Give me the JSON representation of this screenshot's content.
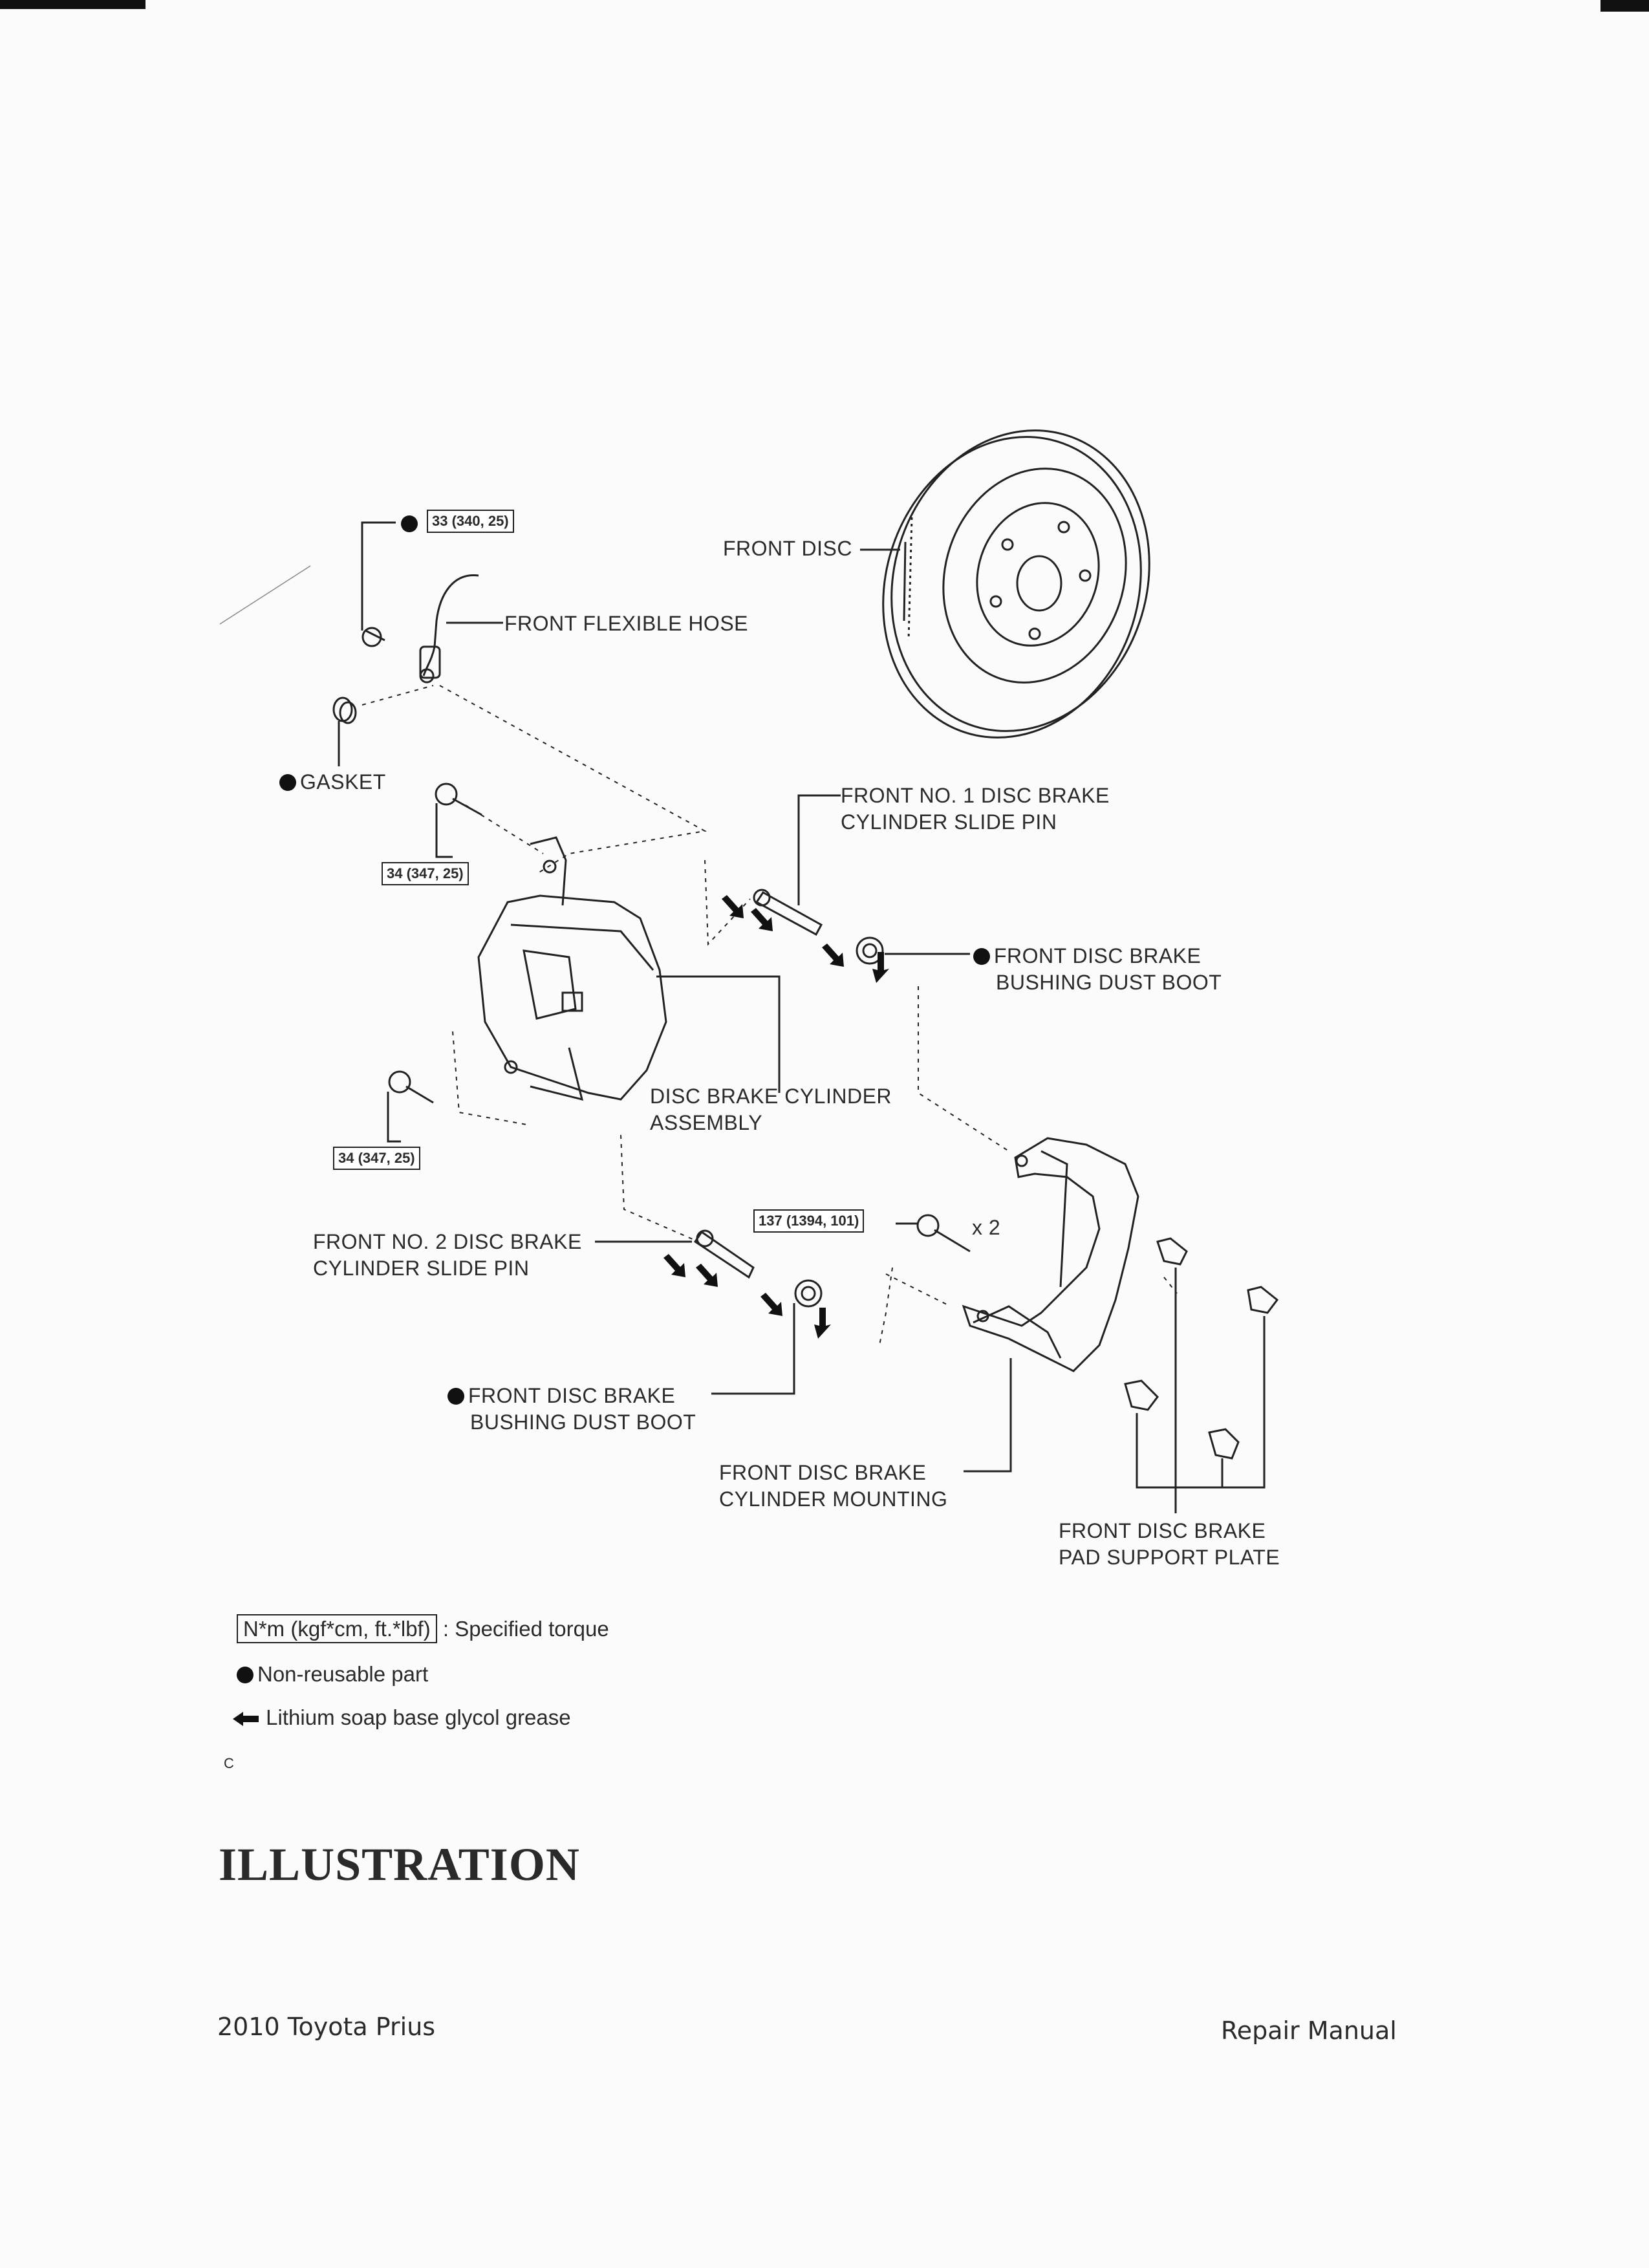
{
  "labels": {
    "front_disc": "FRONT DISC",
    "front_flexible_hose": "FRONT FLEXIBLE HOSE",
    "gasket": "GASKET",
    "slide_pin_1": [
      "FRONT NO. 1 DISC BRAKE",
      "CYLINDER SLIDE PIN"
    ],
    "dust_boot_upper": [
      "FRONT DISC BRAKE",
      "BUSHING DUST BOOT"
    ],
    "cylinder_assembly": [
      "DISC BRAKE CYLINDER",
      "ASSEMBLY"
    ],
    "slide_pin_2": [
      "FRONT NO. 2 DISC BRAKE",
      "CYLINDER SLIDE PIN"
    ],
    "dust_boot_lower": [
      "FRONT DISC BRAKE",
      "BUSHING DUST BOOT"
    ],
    "cylinder_mounting": [
      "FRONT DISC BRAKE",
      "CYLINDER MOUNTING"
    ],
    "pad_support_plate": [
      "FRONT DISC BRAKE",
      "PAD SUPPORT PLATE"
    ],
    "quantity": "x 2"
  },
  "torques": {
    "hose_bolt": "33 (340, 25)",
    "upper_bolt": "34 (347, 25)",
    "lower_bolt": "34 (347, 25)",
    "mounting_bolt": "137 (1394, 101)"
  },
  "legend": {
    "torque_unit": "N*m (kgf*cm, ft.*lbf)",
    "torque_desc": ": Specified torque",
    "non_reusable": "Non-reusable part",
    "grease": "Lithium soap base glycol grease",
    "figure_code": "C"
  },
  "title": "ILLUSTRATION",
  "footer": {
    "left": "2010 Toyota Prius",
    "right": "Repair Manual"
  },
  "icons": {
    "non_reusable": "filled-circle-icon",
    "grease": "left-arrow-icon"
  }
}
